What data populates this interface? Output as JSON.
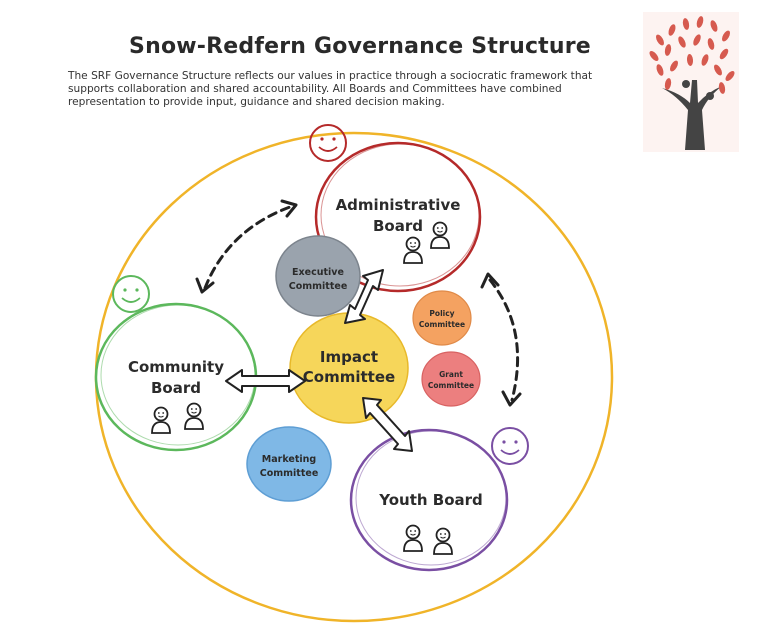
{
  "header": {
    "title": "Snow-Redfern Governance Structure",
    "intro": "The SRF Governance Structure reflects our values in practice through a sociocratic framework that supports collaboration and shared accountability. All Boards and Committees have combined representation to provide input, guidance and shared decision making."
  },
  "logo": {
    "icon": "tree-people-icon"
  },
  "boards": {
    "administrative": {
      "line1": "Administrative",
      "line2": "Board"
    },
    "community": {
      "line1": "Community",
      "line2": "Board"
    },
    "youth": {
      "line1": "Youth Board"
    }
  },
  "committees": {
    "executive": {
      "line1": "Executive",
      "line2": "Committee"
    },
    "impact": {
      "line1": "Impact",
      "line2": "Committee"
    },
    "policy": {
      "line1": "Policy",
      "line2": "Committee"
    },
    "grant": {
      "line1": "Grant",
      "line2": "Committee"
    },
    "marketing": {
      "line1": "Marketing",
      "line2": "Committee"
    }
  },
  "colors": {
    "outer_ring": "#f0b429",
    "administrative": "#b52a2a",
    "community": "#5cb85c",
    "youth": "#7a4fa3",
    "executive": "#9aa3ad",
    "impact": "#f6d65a",
    "policy": "#f4a261",
    "grant": "#ec7f7f",
    "marketing": "#7fb8e6"
  }
}
